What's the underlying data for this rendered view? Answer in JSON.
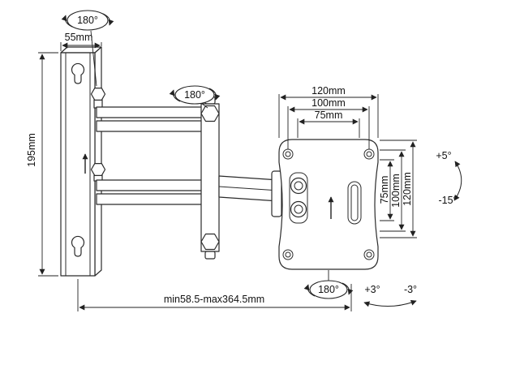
{
  "diagram": {
    "type": "technical-dimension-diagram",
    "subject": "Articulating TV wall-mount bracket with wall plate, extension arms and VESA plate",
    "rotation_labels": {
      "wall_joint": "180°",
      "elbow_joint": "180°",
      "plate_joint": "180°"
    },
    "tilt": {
      "up": "+5°",
      "down": "-15°"
    },
    "swivel": {
      "right": "+3°",
      "left": "-3°"
    },
    "dimensions": {
      "wall_plate_width": "55mm",
      "wall_plate_height": "195mm",
      "extension_range": "min58.5-max364.5mm",
      "plate_width_outer": "120mm",
      "plate_width_mid": "100mm",
      "plate_width_inner": "75mm",
      "plate_height_inner": "75mm",
      "plate_height_mid": "100mm",
      "plate_height_outer": "120mm"
    }
  }
}
